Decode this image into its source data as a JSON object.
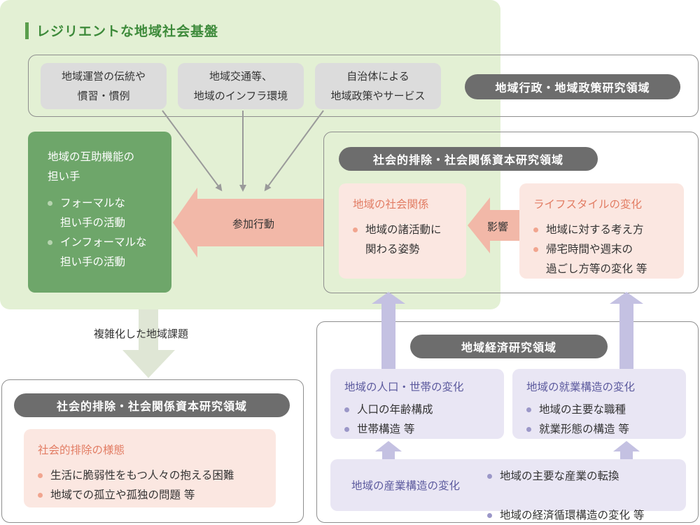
{
  "title": "レジリエントな地域社会基盤",
  "top_panel": {
    "boxes": [
      {
        "line1": "地域運営の伝統や",
        "line2": "慣習・慣例"
      },
      {
        "line1": "地域交通等、",
        "line2": "地域のインフラ環境"
      },
      {
        "line1": "自治体による",
        "line2": "地域政策やサービス"
      }
    ],
    "pill": "地域行政・地域政策研究領域"
  },
  "mutual_aid": {
    "head1": "地域の互助機能の",
    "head2": "担い手",
    "items": [
      {
        "l1": "フォーマルな",
        "l2": "担い手の活動"
      },
      {
        "l1": "インフォーマルな",
        "l2": "担い手の活動"
      }
    ]
  },
  "participation_label": "参加行動",
  "social_capital_panel": {
    "pill": "社会的排除・社会関係資本研究領域",
    "relation_box": {
      "head": "地域の社会関係",
      "item_l1": "地域の諸活動に",
      "item_l2": "関わる姿勢"
    },
    "influence_label": "影響",
    "lifestyle_box": {
      "head": "ライフスタイルの変化",
      "item1": "地域に対する考え方",
      "item2_l1": "帰宅時間や週末の",
      "item2_l2": "過ごし方等の変化 等"
    }
  },
  "complex_issue_label": "複雑化した地域課題",
  "exclusion_panel": {
    "pill": "社会的排除・社会関係資本研究領域",
    "head": "社会的排除の様態",
    "items": [
      "生活に脆弱性をもつ人々の抱える困難",
      "地域での孤立や孤独の問題 等"
    ]
  },
  "economy_panel": {
    "pill": "地域経済研究領域",
    "population_box": {
      "head": "地域の人口・世帯の変化",
      "items": [
        "人口の年齢構成",
        "世帯構造 等"
      ]
    },
    "employment_box": {
      "head": "地域の就業構造の変化",
      "items": [
        "地域の主要な職種",
        "就業形態の構造 等"
      ]
    },
    "industry_box": {
      "head": "地域の産業構造の変化",
      "items": [
        "地域の主要な産業の転換",
        "地域の経済循環構造の変化 等"
      ]
    }
  },
  "colors": {
    "green_bg": "#e3f0d4",
    "green_box": "#6ea66a",
    "title_green": "#3d8a3a",
    "pink_box": "#fbe7e1",
    "pink_arrow": "#f2b8a8",
    "pink_head": "#e27c63",
    "purple_box": "#e9e6f4",
    "purple_arrow": "#c4c1e2",
    "purple_head": "#5c5a9e",
    "pill_gray": "#6d6d6d"
  }
}
